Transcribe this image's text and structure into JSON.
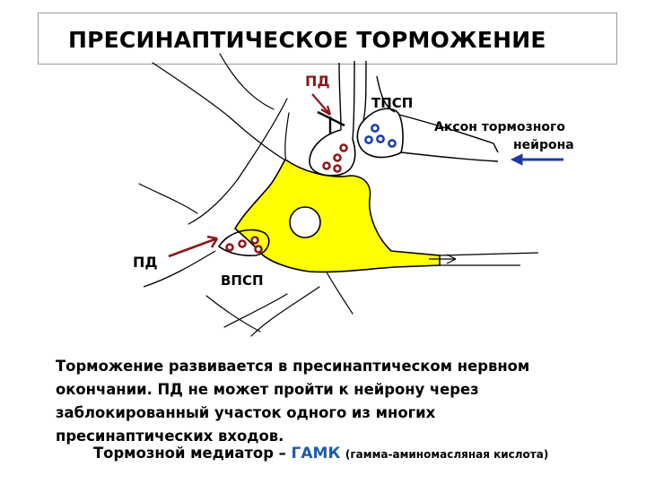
{
  "title": "ПРЕСИНАПТИЧЕСКОЕ ТОРМОЖЕНИЕ",
  "labels": {
    "pd_top": "ПД",
    "tpsp": "ТПСП",
    "axon_line1": "Аксон тормозного",
    "axon_line2": "нейрона",
    "pd_left": "ПД",
    "vpsp": "ВПСП"
  },
  "paragraph": [
    "Торможение развивается в пресинаптическом нервном",
    "окончании. ПД не может пройти к нейрону через",
    "заблокированный участок одного из многих",
    "пресинаптических входов."
  ],
  "footer": {
    "prefix": "Тормозной медиатор – ",
    "gaba": "ГАМК",
    "paren": "(гамма-аминомасляная кислота)"
  },
  "colors": {
    "neuron_fill": "#ffff00",
    "excitatory": "#8b1a1a",
    "inhibitory": "#1a3fb0",
    "arrow_blue": "#1f3aa6",
    "gaba": "#1f5ca8"
  }
}
